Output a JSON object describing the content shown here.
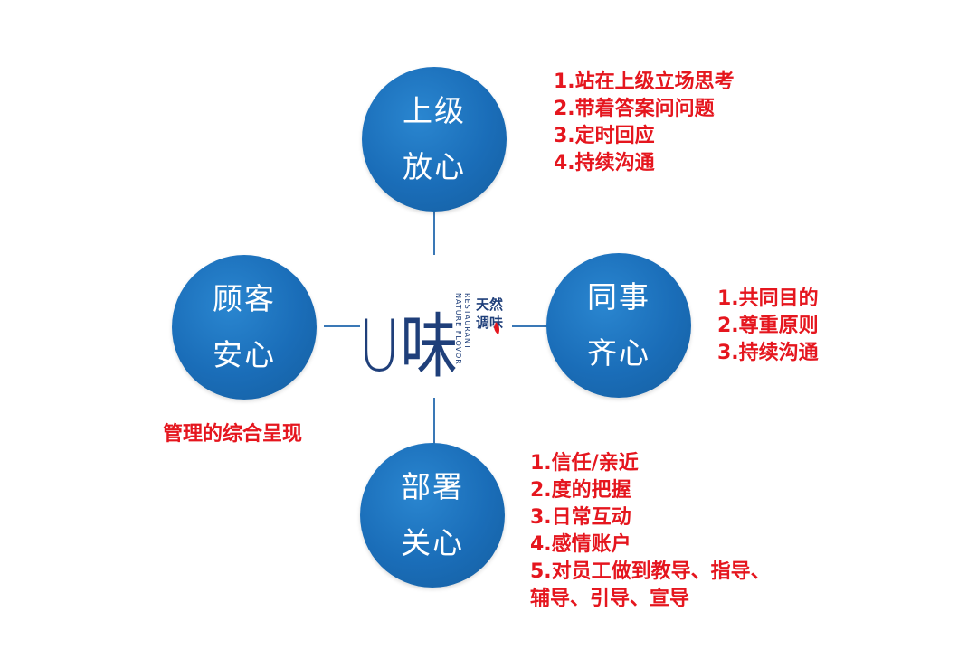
{
  "colors": {
    "circle": "#1a6db8",
    "connector": "#3a78b6",
    "text_red": "#e5161e",
    "logo": "#1f3f7a"
  },
  "center_logo": {
    "mark": "U味",
    "tagline_cn_1": "天然",
    "tagline_cn_2": "调味",
    "tagline_en_1": "RESTAURANT",
    "tagline_en_2": "NATURE FLOVOR"
  },
  "nodes": {
    "top": {
      "line1": "上级",
      "line2": "放心",
      "points": [
        "1.站在上级立场思考",
        "2.带着答案问问题",
        "3.定时回应",
        "4.持续沟通"
      ]
    },
    "right": {
      "line1": "同事",
      "line2": "齐心",
      "points": [
        "1.共同目的",
        "2.尊重原则",
        "3.持续沟通"
      ]
    },
    "left": {
      "line1": "顾客",
      "line2": "安心",
      "points": [
        "管理的综合呈现"
      ]
    },
    "bottom": {
      "line1": "部署",
      "line2": "关心",
      "points": [
        "1.信任/亲近",
        "2.度的把握",
        "3.日常互动",
        "4.感情账户",
        "5.对员工做到教导、指导、",
        "辅导、引导、宣导"
      ]
    }
  }
}
